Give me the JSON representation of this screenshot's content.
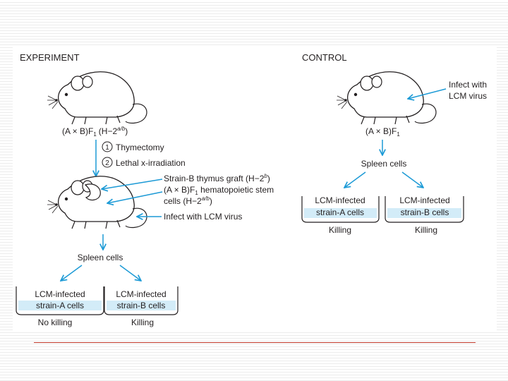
{
  "experiment": {
    "header": "EXPERIMENT",
    "mouse_strain": "(A × B)F",
    "mouse_strain_sub": "1",
    "mouse_haplotype_pre": "(H−2",
    "mouse_haplotype_sup": "a/b",
    "mouse_haplotype_post": ")",
    "step1_num": "1",
    "step1_text": "Thymectomy",
    "step2_num": "2",
    "step2_text": "Lethal x-irradiation",
    "graft_line1_pre": "Strain-B thymus graft (H−2",
    "graft_line1_sup": "b",
    "graft_line1_post": ")",
    "graft_line2_pre": "(A × B)F",
    "graft_line2_sub": "1",
    "graft_line2_post": " hematopoietic stem",
    "graft_line3_pre": "cells (H−2",
    "graft_line3_sup": "a/b",
    "graft_line3_post": ")",
    "infect_text": "Infect with LCM virus",
    "spleen": "Spleen cells",
    "dish_a_line1": "LCM-infected",
    "dish_a_line2": "strain-A cells",
    "dish_b_line1": "LCM-infected",
    "dish_b_line2": "strain-B cells",
    "result_a": "No killing",
    "result_b": "Killing"
  },
  "control": {
    "header": "CONTROL",
    "infect_line1": "Infect with",
    "infect_line2": "LCM virus",
    "mouse_strain": "(A × B)F",
    "mouse_strain_sub": "1",
    "spleen": "Spleen cells",
    "dish_a_line1": "LCM-infected",
    "dish_a_line2": "strain-A cells",
    "dish_b_line1": "LCM-infected",
    "dish_b_line2": "strain-B cells",
    "result_a": "Killing",
    "result_b": "Killing"
  },
  "colors": {
    "arrow": "#1c9ad6",
    "dish_fill": "#d3ecf8",
    "text": "#231f20",
    "footer_rule": "#c0392b"
  }
}
